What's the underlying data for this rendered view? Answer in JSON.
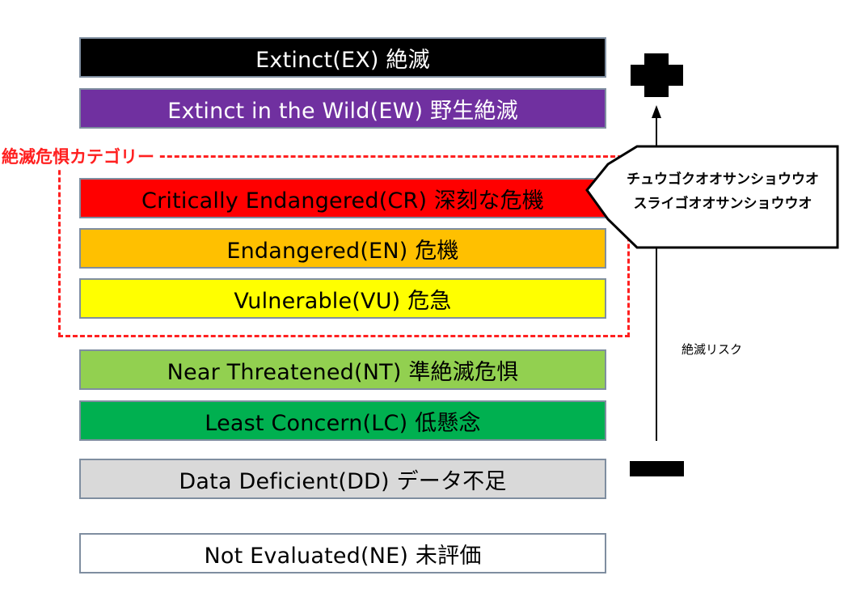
{
  "categories": [
    {
      "id": "ex",
      "label": "Extinct(EX) 絶滅",
      "bg": "#000000",
      "fg": "#ffffff"
    },
    {
      "id": "ew",
      "label": "Extinct in the Wild(EW) 野生絶滅",
      "bg": "#7030a0",
      "fg": "#ffffff"
    },
    {
      "id": "cr",
      "label": "Critically Endangered(CR) 深刻な危機",
      "bg": "#ff0000",
      "fg": "#000000"
    },
    {
      "id": "en",
      "label": "Endangered(EN) 危機",
      "bg": "#ffc000",
      "fg": "#000000"
    },
    {
      "id": "vu",
      "label": "Vulnerable(VU) 危急",
      "bg": "#ffff00",
      "fg": "#000000"
    },
    {
      "id": "nt",
      "label": "Near Threatened(NT) 準絶滅危惧",
      "bg": "#92d050",
      "fg": "#000000"
    },
    {
      "id": "lc",
      "label": "Least Concern(LC) 低懸念",
      "bg": "#00b050",
      "fg": "#000000"
    },
    {
      "id": "dd",
      "label": "Data Deficient(DD) データ不足",
      "bg": "#d9d9d9",
      "fg": "#000000"
    },
    {
      "id": "ne",
      "label": "Not Evaluated(NE) 未評価",
      "bg": "#ffffff",
      "fg": "#000000"
    }
  ],
  "threatened_group": {
    "label": "絶滅危惧カテゴリー",
    "color": "#ff2020"
  },
  "callout": {
    "line1": "チュウゴクオオサンショウウオ",
    "line2": "スライゴオオサンショウウオ"
  },
  "risk_axis": {
    "label": "絶滅リスク"
  }
}
